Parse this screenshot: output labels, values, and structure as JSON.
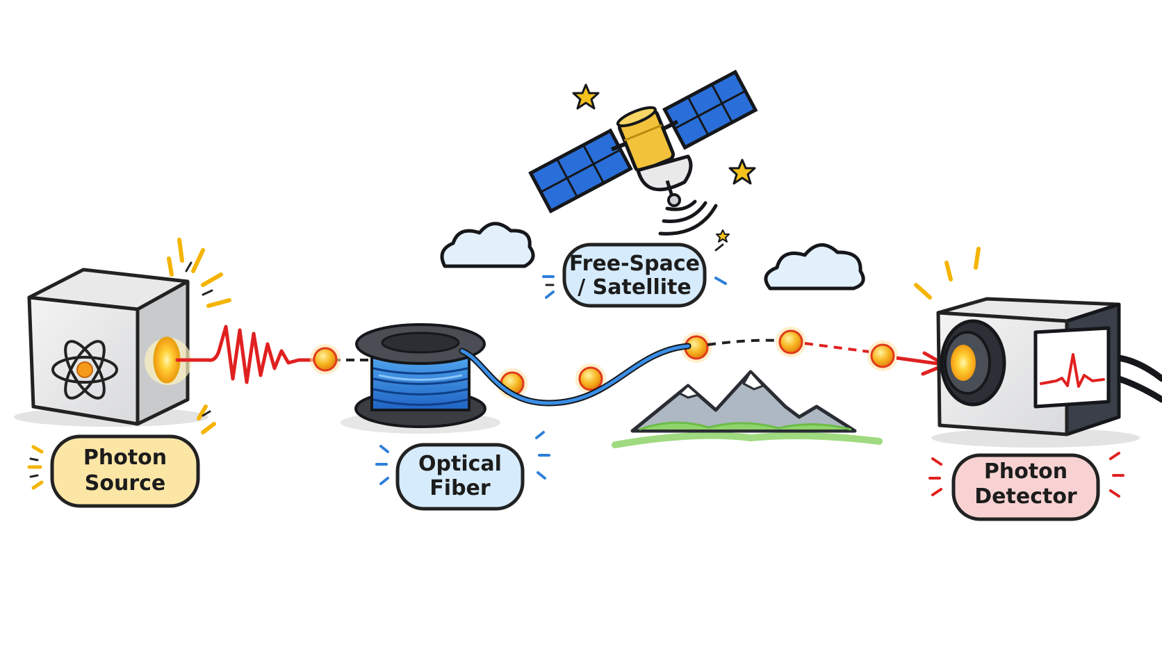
{
  "labels": {
    "source": {
      "line1": "Photon",
      "line2": "Source"
    },
    "fiber": {
      "line1": "Optical",
      "line2": "Fiber"
    },
    "satellite": {
      "line1": "Free-Space",
      "line2": "/ Satellite"
    },
    "detector": {
      "line1": "Photon",
      "line2": "Detector"
    }
  },
  "colors": {
    "source_fill": "#fbe6a6",
    "fiber_fill": "#d6ebfb",
    "satellite_fill": "#d6ebfb",
    "detector_fill": "#f8d2d2",
    "beam": "#e02020",
    "photon": "#f7b21b",
    "fiber_cable": "#2f7fd8",
    "panel": "#2a6fd9",
    "satellite_body": "#f2c23a",
    "cloud": "#e2f0fb",
    "mountain": "#aeb8c2",
    "grass": "#8fd46a"
  },
  "icons": [
    "atom-icon",
    "star-icon",
    "signal-wave-icon",
    "waveform-icon"
  ]
}
